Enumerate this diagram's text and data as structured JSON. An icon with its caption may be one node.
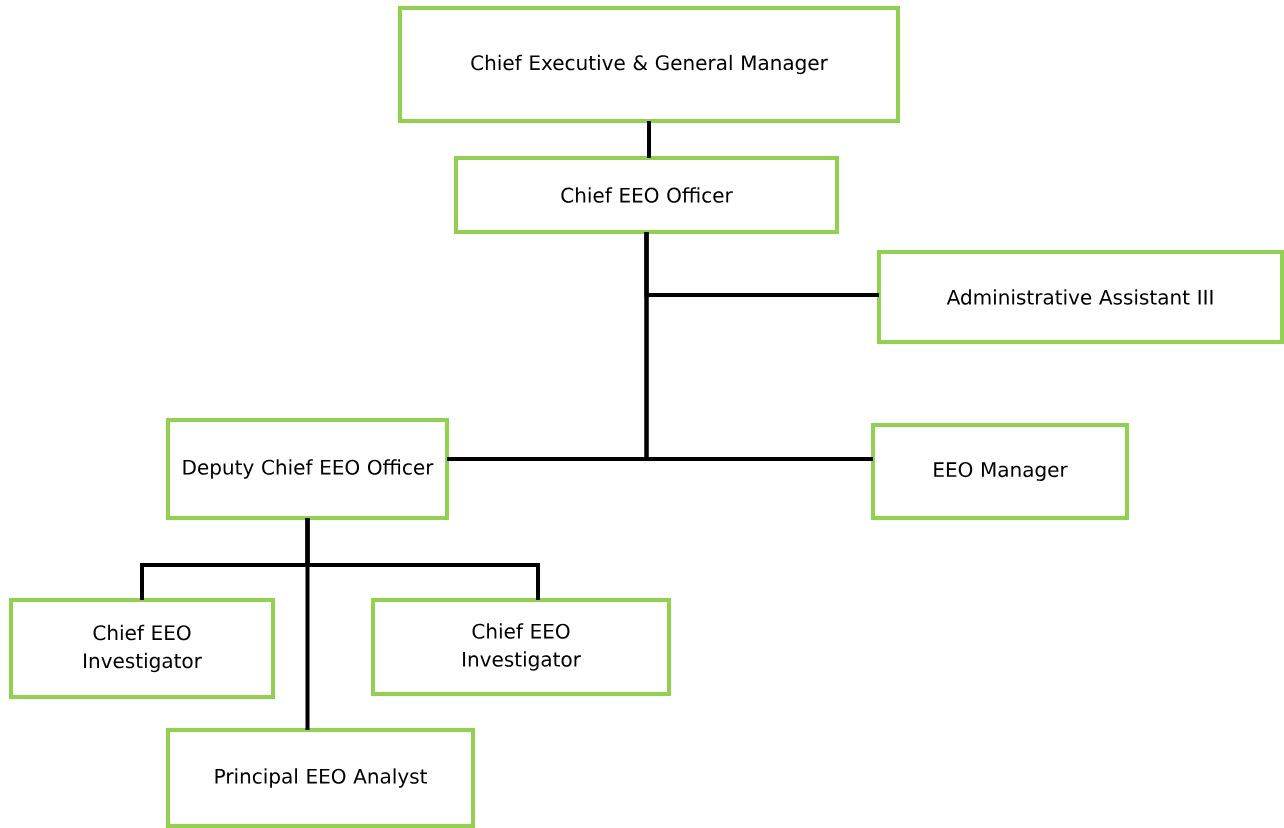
{
  "diagram": {
    "nodes": [
      {
        "text": [
          "Chief Executive & General Manager"
        ]
      },
      {
        "text": [
          "Chief EEO Officer"
        ]
      },
      {
        "text": [
          "Administrative Assistant III"
        ]
      },
      {
        "text": [
          "Deputy Chief EEO Officer"
        ]
      },
      {
        "text": [
          "EEO Manager"
        ]
      },
      {
        "text": [
          "Chief EEO Investigator"
        ]
      },
      {
        "text": [
          "Chief EEO Investigator"
        ]
      },
      {
        "text": [
          "Principal EEO Analyst"
        ]
      }
    ],
    "edges": [
      {
        "from": 0,
        "to": 1,
        "arrow": "none"
      },
      {
        "from": 1,
        "to": 2,
        "arrow": "none"
      },
      {
        "from": 1,
        "to": 3,
        "arrow": "none"
      },
      {
        "from": 1,
        "to": 4,
        "arrow": "none"
      },
      {
        "from": 3,
        "to": 5,
        "arrow": "none"
      },
      {
        "from": 3,
        "to": 6,
        "arrow": "none"
      },
      {
        "from": 3,
        "to": 7,
        "arrow": "none"
      }
    ]
  }
}
